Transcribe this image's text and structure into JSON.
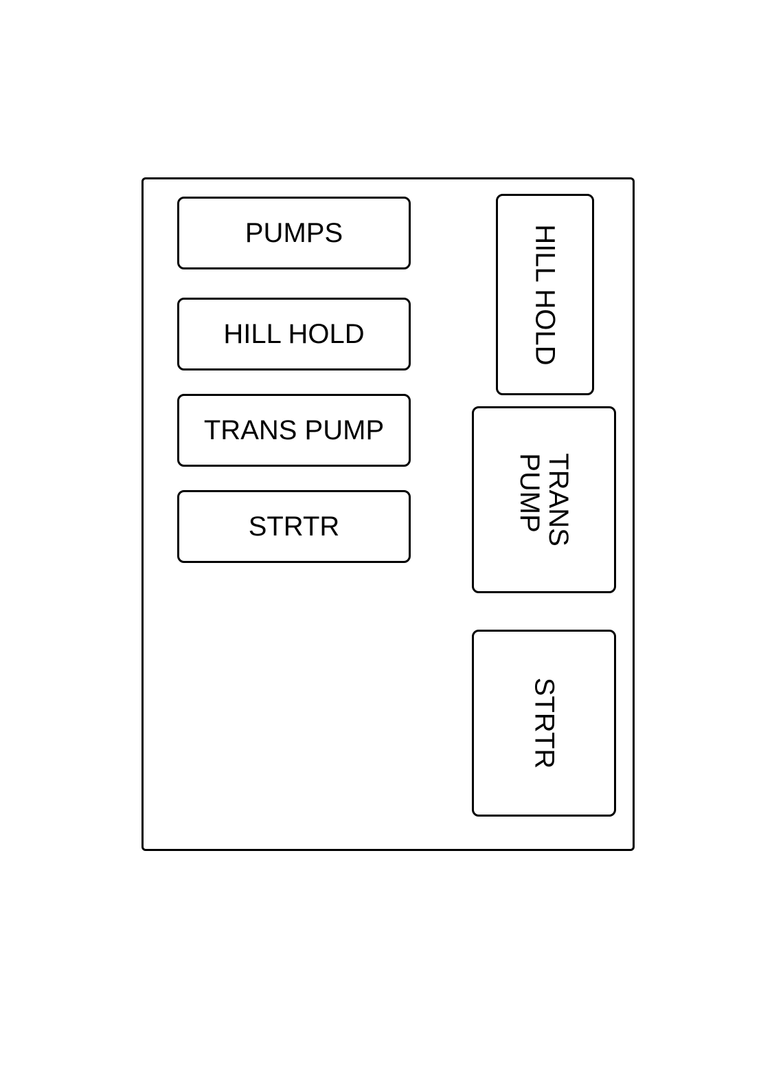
{
  "fuse_block": {
    "fuses": [
      {
        "id": "pumps",
        "label": "PUMPS"
      },
      {
        "id": "hill-hold",
        "label": "HILL HOLD"
      },
      {
        "id": "trans-pump",
        "label": "TRANS PUMP"
      },
      {
        "id": "strtr",
        "label": "STRTR"
      }
    ],
    "relays": [
      {
        "id": "hill-hold",
        "label": "HILL HOLD"
      },
      {
        "id": "trans-pump",
        "label": "TRANS\nPUMP"
      },
      {
        "id": "strtr",
        "label": "STRTR"
      }
    ]
  },
  "colors": {
    "line": "#000000",
    "background": "#ffffff"
  }
}
